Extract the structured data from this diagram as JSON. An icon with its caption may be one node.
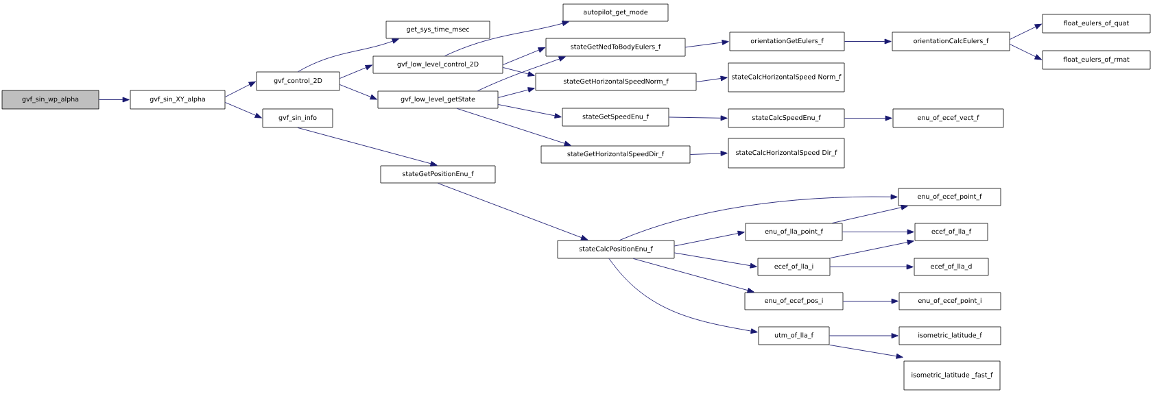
{
  "diagram": {
    "nodes": [
      {
        "text": [
          "gvf_sin_wp_alpha"
        ]
      },
      {
        "text": [
          "gvf_sin_XY_alpha"
        ]
      },
      {
        "text": [
          "gvf_control_2D"
        ]
      },
      {
        "text": [
          "gvf_sin_info"
        ]
      },
      {
        "text": [
          "get_sys_time_msec"
        ]
      },
      {
        "text": [
          "autopilot_get_mode"
        ]
      },
      {
        "text": [
          "gvf_low_level_control_2D"
        ]
      },
      {
        "text": [
          "gvf_low_level_getState"
        ]
      },
      {
        "text": [
          "stateGetNedToBodyEulers_f"
        ]
      },
      {
        "text": [
          "stateGetHorizontalSpeedNorm_f"
        ]
      },
      {
        "text": [
          "stateGetSpeedEnu_f"
        ]
      },
      {
        "text": [
          "stateGetHorizontalSpeedDir_f"
        ]
      },
      {
        "text": [
          "stateGetPositionEnu_f"
        ]
      },
      {
        "text": [
          "stateCalcPositionEnu_f"
        ]
      },
      {
        "text": [
          "orientationGetEulers_f"
        ]
      },
      {
        "text": [
          "orientationCalcEulers_f"
        ]
      },
      {
        "text": [
          "float_eulers_of_quat"
        ]
      },
      {
        "text": [
          "float_eulers_of_rmat"
        ]
      },
      {
        "text": [
          "stateCalcHorizontalSpeed Norm_f"
        ]
      },
      {
        "text": [
          "stateCalcSpeedEnu_f"
        ]
      },
      {
        "text": [
          "enu_of_ecef_vect_f"
        ]
      },
      {
        "text": [
          "stateCalcHorizontalSpeed Dir_f"
        ]
      },
      {
        "text": [
          "enu_of_ecef_point_f"
        ]
      },
      {
        "text": [
          "enu_of_lla_point_f"
        ]
      },
      {
        "text": [
          "ecef_of_lla_f"
        ]
      },
      {
        "text": [
          "ecef_of_lla_i"
        ]
      },
      {
        "text": [
          "ecef_of_lla_d"
        ]
      },
      {
        "text": [
          "enu_of_ecef_pos_i"
        ]
      },
      {
        "text": [
          "enu_of_ecef_point_i"
        ]
      },
      {
        "text": [
          "utm_of_lla_f"
        ]
      },
      {
        "text": [
          "isometric_latitude_f"
        ]
      },
      {
        "text": [
          "isometric_latitude _fast_f"
        ]
      }
    ],
    "edges": [
      {
        "from": 0,
        "to": 1,
        "arrow": "to"
      },
      {
        "from": 1,
        "to": 2,
        "arrow": "to"
      },
      {
        "from": 1,
        "to": 3,
        "arrow": "to"
      },
      {
        "from": 2,
        "to": 4,
        "arrow": "to"
      },
      {
        "from": 2,
        "to": 6,
        "arrow": "to"
      },
      {
        "from": 2,
        "to": 7,
        "arrow": "to"
      },
      {
        "from": 3,
        "to": 12,
        "arrow": "to"
      },
      {
        "from": 6,
        "to": 5,
        "arrow": "to"
      },
      {
        "from": 6,
        "to": 8,
        "arrow": "to"
      },
      {
        "from": 6,
        "to": 9,
        "arrow": "to"
      },
      {
        "from": 7,
        "to": 8,
        "arrow": "to"
      },
      {
        "from": 7,
        "to": 9,
        "arrow": "to"
      },
      {
        "from": 7,
        "to": 10,
        "arrow": "to"
      },
      {
        "from": 7,
        "to": 11,
        "arrow": "to"
      },
      {
        "from": 8,
        "to": 14,
        "arrow": "to"
      },
      {
        "from": 14,
        "to": 15,
        "arrow": "to"
      },
      {
        "from": 15,
        "to": 16,
        "arrow": "to"
      },
      {
        "from": 15,
        "to": 17,
        "arrow": "to"
      },
      {
        "from": 9,
        "to": 18,
        "arrow": "to"
      },
      {
        "from": 10,
        "to": 19,
        "arrow": "to"
      },
      {
        "from": 19,
        "to": 20,
        "arrow": "to"
      },
      {
        "from": 11,
        "to": 21,
        "arrow": "to"
      },
      {
        "from": 12,
        "to": 13,
        "arrow": "to"
      },
      {
        "from": 13,
        "to": 22,
        "arrow": "to"
      },
      {
        "from": 13,
        "to": 23,
        "arrow": "to"
      },
      {
        "from": 13,
        "to": 25,
        "arrow": "to"
      },
      {
        "from": 13,
        "to": 27,
        "arrow": "to"
      },
      {
        "from": 13,
        "to": 29,
        "arrow": "to"
      },
      {
        "from": 23,
        "to": 22,
        "arrow": "to"
      },
      {
        "from": 23,
        "to": 24,
        "arrow": "to"
      },
      {
        "from": 25,
        "to": 24,
        "arrow": "to"
      },
      {
        "from": 25,
        "to": 26,
        "arrow": "to"
      },
      {
        "from": 27,
        "to": 28,
        "arrow": "to"
      },
      {
        "from": 29,
        "to": 30,
        "arrow": "to"
      },
      {
        "from": 29,
        "to": 31,
        "arrow": "to"
      }
    ]
  }
}
